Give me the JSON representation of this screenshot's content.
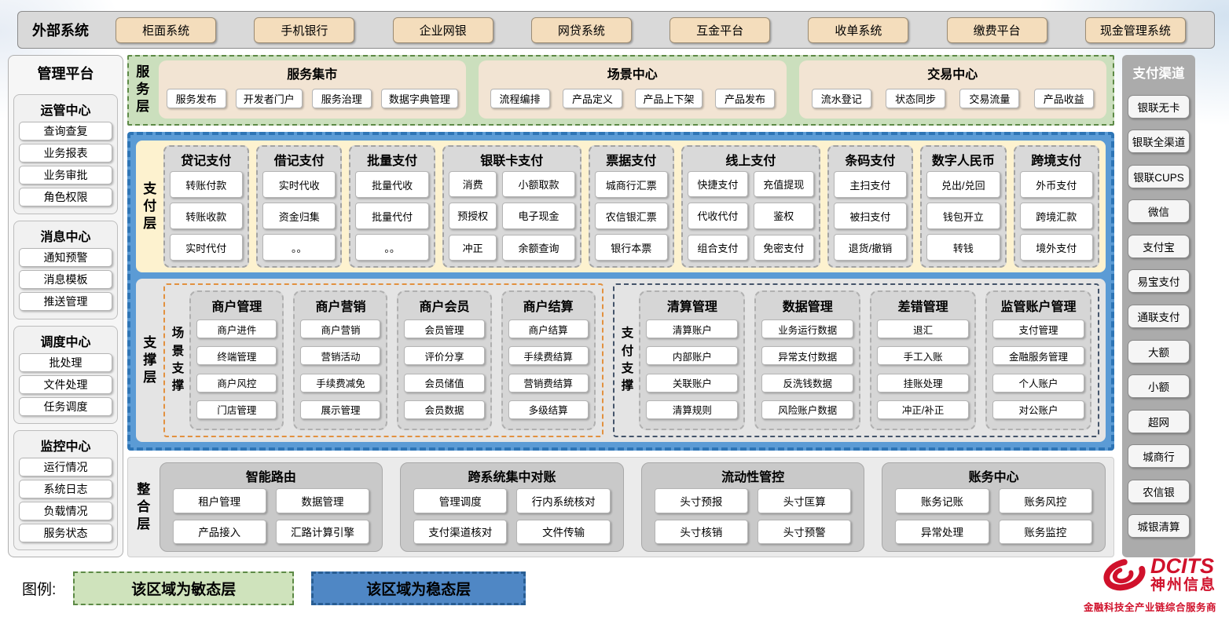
{
  "external_systems": {
    "label": "外部系统",
    "systems": [
      "柜面系统",
      "手机银行",
      "企业网银",
      "网贷系统",
      "互金平台",
      "收单系统",
      "缴费平台",
      "现金管理系统"
    ]
  },
  "management_platform": {
    "title": "管理平台",
    "sections": [
      {
        "title": "运管中心",
        "items": [
          "查询查复",
          "业务报表",
          "业务审批",
          "角色权限"
        ]
      },
      {
        "title": "消息中心",
        "items": [
          "通知预警",
          "消息模板",
          "推送管理"
        ]
      },
      {
        "title": "调度中心",
        "items": [
          "批处理",
          "文件处理",
          "任务调度"
        ]
      },
      {
        "title": "监控中心",
        "items": [
          "运行情况",
          "系统日志",
          "负载情况",
          "服务状态"
        ]
      }
    ]
  },
  "service_layer": {
    "label": "服务层",
    "groups": [
      {
        "title": "服务集市",
        "items": [
          "服务发布",
          "开发者门户",
          "服务治理",
          "数据字典管理"
        ]
      },
      {
        "title": "场景中心",
        "items": [
          "流程编排",
          "产品定义",
          "产品上下架",
          "产品发布"
        ]
      },
      {
        "title": "交易中心",
        "items": [
          "流水登记",
          "状态同步",
          "交易流量",
          "产品收益"
        ]
      }
    ]
  },
  "payment_layer": {
    "label": "支付层",
    "groups": [
      {
        "title": "贷记支付",
        "items": [
          "转账付款",
          "转账收款",
          "实时代付"
        ]
      },
      {
        "title": "借记支付",
        "items": [
          "实时代收",
          "资金归集",
          "。。"
        ]
      },
      {
        "title": "批量支付",
        "items": [
          "批量代收",
          "批量代付",
          "。。"
        ]
      },
      {
        "title": "银联卡支付",
        "items": [
          "消费",
          "小额取款",
          "预授权",
          "电子现金",
          "冲正",
          "余额查询"
        ]
      },
      {
        "title": "票据支付",
        "items": [
          "城商行汇票",
          "农信银汇票",
          "银行本票"
        ]
      },
      {
        "title": "线上支付",
        "items": [
          "快捷支付",
          "充值提现",
          "代收代付",
          "鉴权",
          "组合支付",
          "免密支付"
        ]
      },
      {
        "title": "条码支付",
        "items": [
          "主扫支付",
          "被扫支付",
          "退货/撤销"
        ]
      },
      {
        "title": "数字人民币",
        "items": [
          "兑出/兑回",
          "钱包开立",
          "转钱"
        ]
      },
      {
        "title": "跨境支付",
        "items": [
          "外币支付",
          "跨境汇款",
          "境外支付"
        ]
      }
    ]
  },
  "support_layer": {
    "label": "支撑层",
    "scenario_support": {
      "label": "场景支撑",
      "groups": [
        {
          "title": "商户管理",
          "items": [
            "商户进件",
            "终端管理",
            "商户风控",
            "门店管理"
          ]
        },
        {
          "title": "商户营销",
          "items": [
            "商户营销",
            "营销活动",
            "手续费减免",
            "展示管理"
          ]
        },
        {
          "title": "商户会员",
          "items": [
            "会员管理",
            "评价分享",
            "会员储值",
            "会员数据"
          ]
        },
        {
          "title": "商户结算",
          "items": [
            "商户结算",
            "手续费结算",
            "营销费结算",
            "多级结算"
          ]
        }
      ]
    },
    "payment_support": {
      "label": "支付支撑",
      "groups": [
        {
          "title": "清算管理",
          "items": [
            "清算账户",
            "内部账户",
            "关联账户",
            "清算规则"
          ]
        },
        {
          "title": "数据管理",
          "items": [
            "业务运行数据",
            "异常支付数据",
            "反洗钱数据",
            "风险账户数据"
          ]
        },
        {
          "title": "差错管理",
          "items": [
            "退汇",
            "手工入账",
            "挂账处理",
            "冲正/补正"
          ]
        },
        {
          "title": "监管账户管理",
          "items": [
            "支付管理",
            "金融服务管理",
            "个人账户",
            "对公账户"
          ]
        }
      ]
    }
  },
  "integration_layer": {
    "label": "整合层",
    "groups": [
      {
        "title": "智能路由",
        "items": [
          "租户管理",
          "数据管理",
          "产品接入",
          "汇路计算引擎"
        ]
      },
      {
        "title": "跨系统集中对账",
        "items": [
          "管理调度",
          "行内系统核对",
          "支付渠道核对",
          "文件传输"
        ]
      },
      {
        "title": "流动性管控",
        "items": [
          "头寸预报",
          "头寸匡算",
          "头寸核销",
          "头寸预警"
        ]
      },
      {
        "title": "账务中心",
        "items": [
          "账务记账",
          "账务风控",
          "异常处理",
          "账务监控"
        ]
      }
    ]
  },
  "payment_channels": {
    "title": "支付渠道",
    "items": [
      "银联无卡",
      "银联全渠道",
      "银联CUPS",
      "微信",
      "支付宝",
      "易宝支付",
      "通联支付",
      "大额",
      "小额",
      "超网",
      "城商行",
      "农信银",
      "城银清算"
    ]
  },
  "legend": {
    "label": "图例:",
    "agile_label": "该区域为敏态层",
    "stable_label": "该区域为稳态层"
  },
  "logo": {
    "brand": "DCITS",
    "company": "神州信息",
    "tagline": "金融科技全产业链综合服务商"
  },
  "colors": {
    "agile_green": "#cfe3bc",
    "stable_blue": "#5b9bd5",
    "tan": "#f4ddbc",
    "panel_gray": "#d9d9d9",
    "brand_red": "#d0112b"
  }
}
